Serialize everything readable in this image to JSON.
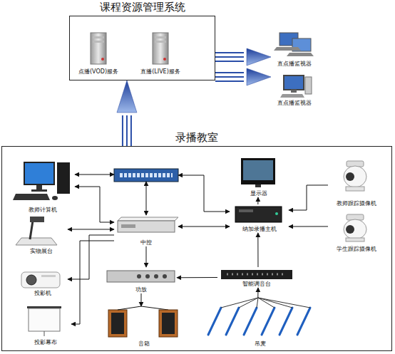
{
  "diagram": {
    "nodes": [
      {
        "text": [
          "课程资源管理系统"
        ]
      },
      {
        "text": [
          "点播(VOD)服务"
        ],
        "in": 0
      },
      {
        "text": [
          "直播(LIVE)服务"
        ],
        "in": 0
      },
      {
        "text": [
          "直点播监视器"
        ]
      },
      {
        "text": [
          "直点播监视器"
        ]
      },
      {
        "text": [
          "录播教室"
        ]
      },
      {
        "text": [
          "教师计算机"
        ],
        "in": 5
      },
      {
        "text": [
          "实物展台"
        ],
        "in": 5
      },
      {
        "text": [
          "投影机"
        ],
        "in": 5
      },
      {
        "text": [
          "投影幕布"
        ],
        "in": 5
      },
      {
        "text": [
          "中控"
        ],
        "in": 5
      },
      {
        "text": [
          "功放"
        ],
        "in": 5
      },
      {
        "text": [
          "音箱"
        ],
        "in": 5
      },
      {
        "text": [
          "显示器"
        ],
        "in": 5
      },
      {
        "text": [
          "纳加录播主机"
        ],
        "in": 5
      },
      {
        "text": [
          "智能调音台"
        ],
        "in": 5
      },
      {
        "text": [
          "吊麦"
        ],
        "in": 5
      },
      {
        "text": [
          "教师跟踪摄像机"
        ],
        "in": 5
      },
      {
        "text": [
          "学生跟踪摄像机"
        ],
        "in": 5
      }
    ],
    "edges": [
      {
        "from": 5,
        "to": 0,
        "arrow": "to"
      },
      {
        "from": 0,
        "to": 3,
        "arrow": "to"
      },
      {
        "from": 0,
        "to": 4,
        "arrow": "to"
      },
      {
        "from": 10,
        "to": 6,
        "arrow": "both"
      },
      {
        "from": 10,
        "to": 7,
        "arrow": "both"
      },
      {
        "from": 10,
        "to": 8,
        "arrow": "to"
      },
      {
        "from": 10,
        "to": 9,
        "arrow": "to"
      },
      {
        "from": 10,
        "to": 11,
        "arrow": "to"
      },
      {
        "from": 11,
        "to": 12,
        "arrow": "to"
      },
      {
        "from": 10,
        "to": 14,
        "arrow": "both"
      },
      {
        "from": 14,
        "to": 13,
        "arrow": "to"
      },
      {
        "from": 17,
        "to": 14,
        "arrow": "to"
      },
      {
        "from": 18,
        "to": 14,
        "arrow": "to"
      },
      {
        "from": 15,
        "to": 14,
        "arrow": "to"
      },
      {
        "from": 16,
        "to": 15,
        "arrow": "to"
      },
      {
        "from": 15,
        "to": 11,
        "arrow": "to"
      }
    ]
  }
}
